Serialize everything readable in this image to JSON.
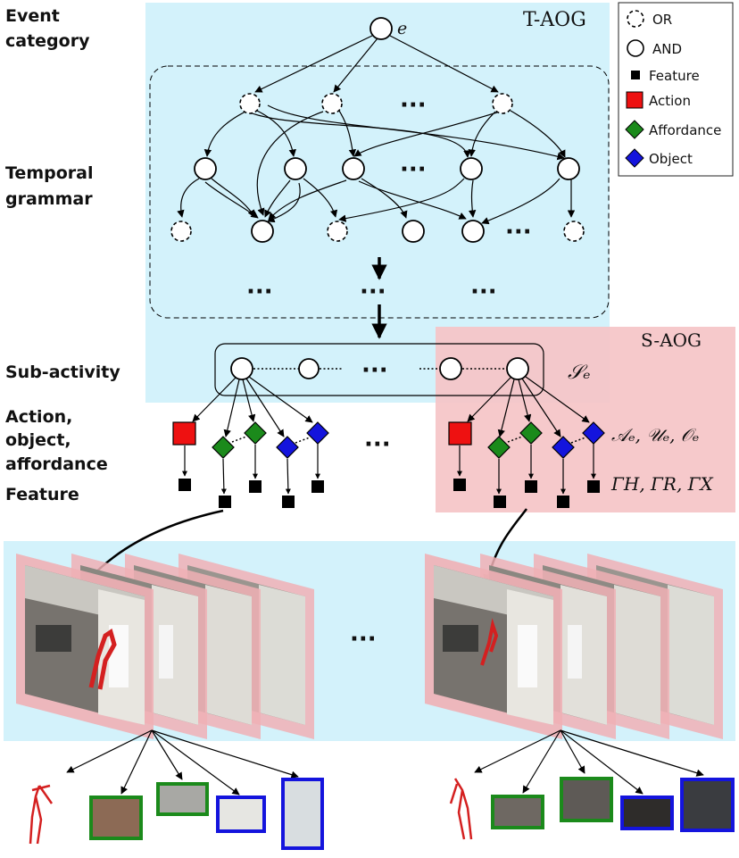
{
  "labels": {
    "event_category": [
      "Event",
      "category"
    ],
    "temporal_grammar": [
      "Temporal",
      "grammar"
    ],
    "sub_activity": "Sub-activity",
    "action_object_affordance": [
      "Action,",
      "object,",
      "affordance"
    ],
    "feature": "Feature"
  },
  "regions": {
    "t_aog": "T-AOG",
    "s_aog": "S-AOG"
  },
  "math": {
    "event_node": "e",
    "sub_activity_set": "𝒮ₑ",
    "aux_sets": "𝒜ₑ, 𝒰ₑ, 𝒪ₑ",
    "feature_sets": "ΓH, ΓR, ΓX"
  },
  "ellipsis": "···",
  "legend": [
    {
      "shape": "dashed-circle",
      "label": "OR"
    },
    {
      "shape": "circle",
      "label": "AND"
    },
    {
      "shape": "small-square",
      "label": "Feature"
    },
    {
      "shape": "red-square",
      "label": "Action",
      "color": "#ee1111"
    },
    {
      "shape": "green-diamond",
      "label": "Affordance",
      "color": "#1b8a1b"
    },
    {
      "shape": "blue-diamond",
      "label": "Object",
      "color": "#1414dd"
    }
  ],
  "colors": {
    "cyan": "#d3f2fb",
    "pink": "#f5c4c7",
    "action": "#ee1111",
    "affordance": "#1b8a1b",
    "object": "#1414dd"
  }
}
